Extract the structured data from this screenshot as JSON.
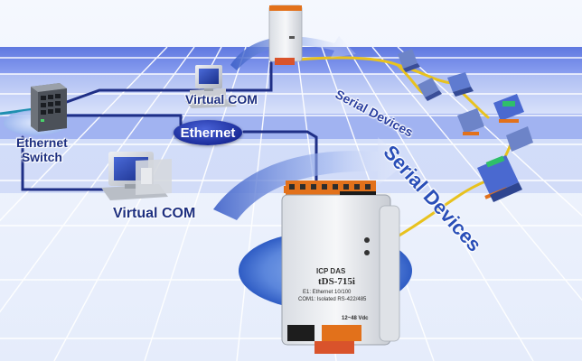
{
  "labels": {
    "ethernet_switch_line1": "Ethernet",
    "ethernet_switch_line2": "Switch",
    "virtual_com_top": "Virtual COM",
    "virtual_com_bottom": "Virtual COM",
    "ethernet": "Ethernet",
    "serial_devices_top": "Serial Devices",
    "serial_devices_bottom": "Serial Devices"
  },
  "device": {
    "brand": "ICP DAS",
    "model": "tDS-715i",
    "spec_line1": "E1: Ethernet 10/100",
    "spec_line2": "COM1: Isolated RS-422/485",
    "power": "12~48 Vdc"
  },
  "colors": {
    "band_dark": "#6f86e6",
    "band_light": "#b9c8f4",
    "grid_line": "#ffffff",
    "ethernet_cable": "#1f2f86",
    "serial_cable": "#e8c21e",
    "accent_orange": "#e2711b",
    "label_text": "#1d2f80"
  }
}
